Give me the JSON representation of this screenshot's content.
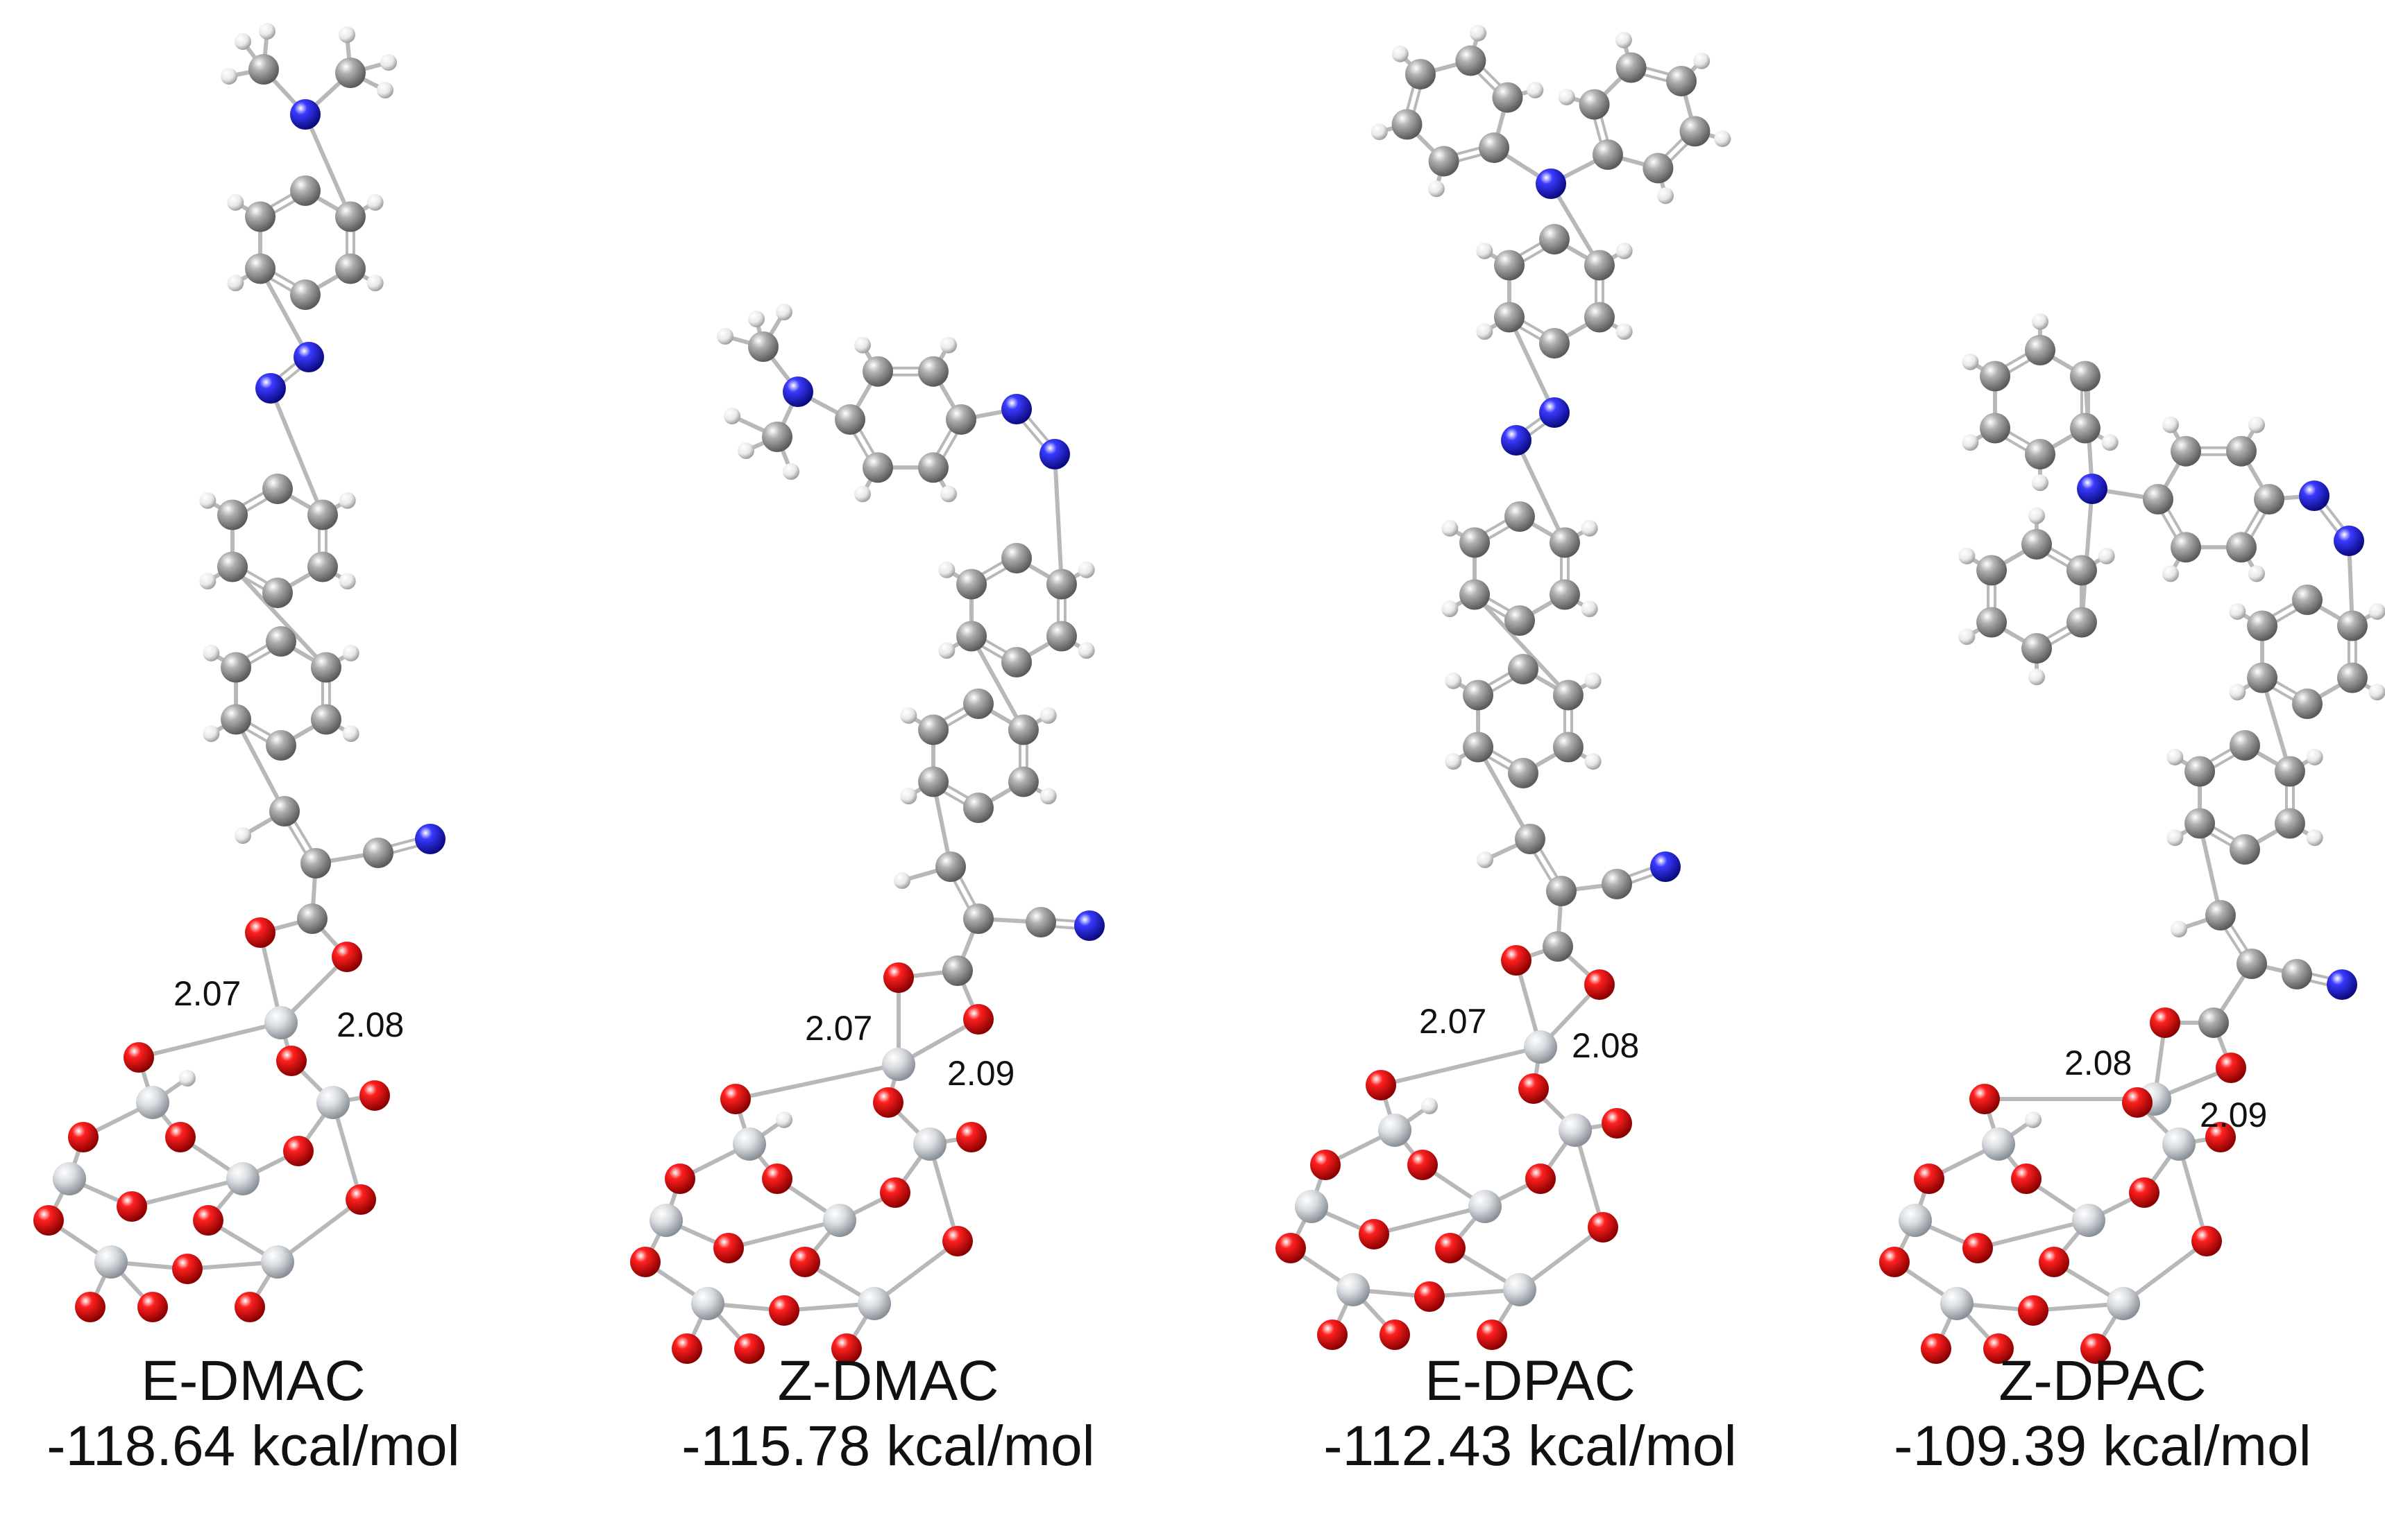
{
  "figure": {
    "colors": {
      "carbon": "#8e8e8e",
      "nitrogen": "#1f1fd0",
      "oxygen": "#e00000",
      "hydrogen": "#ececec",
      "metal": "#d0d4d8",
      "bond": "#b8b8b8"
    },
    "molecules": [
      {
        "name": "E-DMAC",
        "energy": "-118.64 kcal/mol",
        "distances": [
          "2.07",
          "2.08"
        ]
      },
      {
        "name": "Z-DMAC",
        "energy": "-115.78 kcal/mol",
        "distances": [
          "2.07",
          "2.09"
        ]
      },
      {
        "name": "E-DPAC",
        "energy": "-112.43 kcal/mol",
        "distances": [
          "2.07",
          "2.08"
        ]
      },
      {
        "name": "Z-DPAC",
        "energy": "-109.39 kcal/mol",
        "distances": [
          "2.08",
          "2.09"
        ]
      }
    ]
  }
}
